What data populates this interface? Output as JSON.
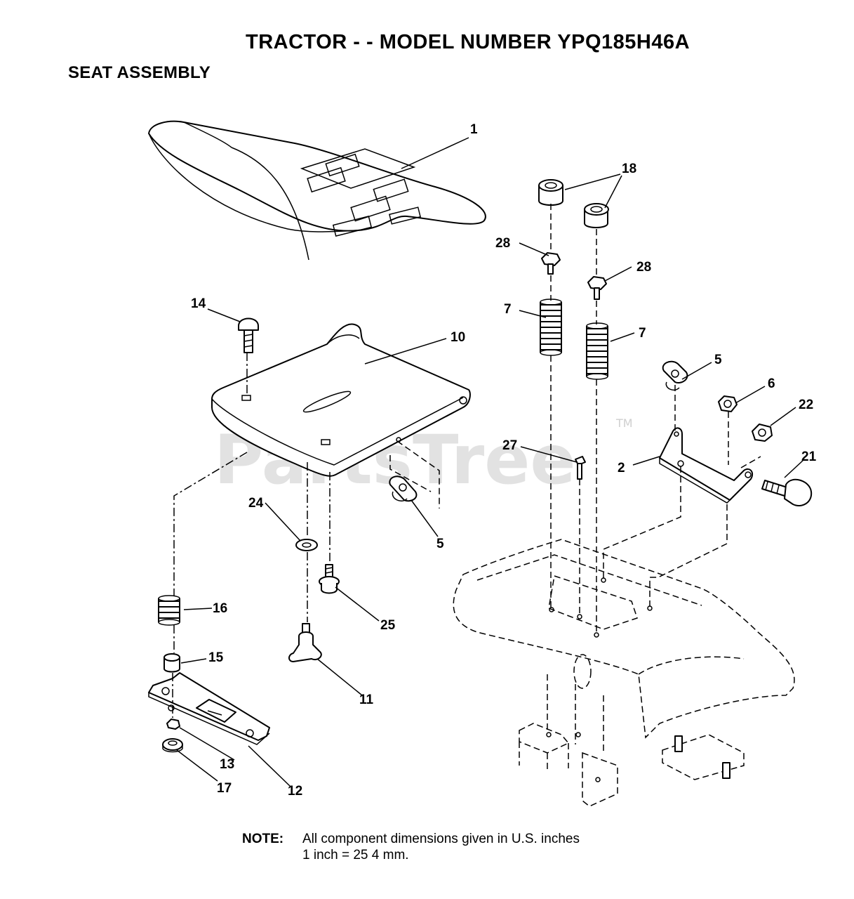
{
  "header": {
    "title": "TRACTOR - - MODEL NUMBER YPQ185H46A",
    "subtitle": "SEAT ASSEMBLY"
  },
  "watermark": {
    "brand": "PartsTree",
    "trademark": "TM"
  },
  "callouts": [
    "1",
    "18",
    "28",
    "28",
    "7",
    "7",
    "14",
    "10",
    "5",
    "6",
    "22",
    "27",
    "2",
    "21",
    "24",
    "5",
    "16",
    "25",
    "15",
    "11",
    "13",
    "17",
    "12"
  ],
  "note": {
    "label": "NOTE:",
    "line1": "All component dimensions given in U.S. inches",
    "line2": "1 inch = 25 4 mm."
  }
}
